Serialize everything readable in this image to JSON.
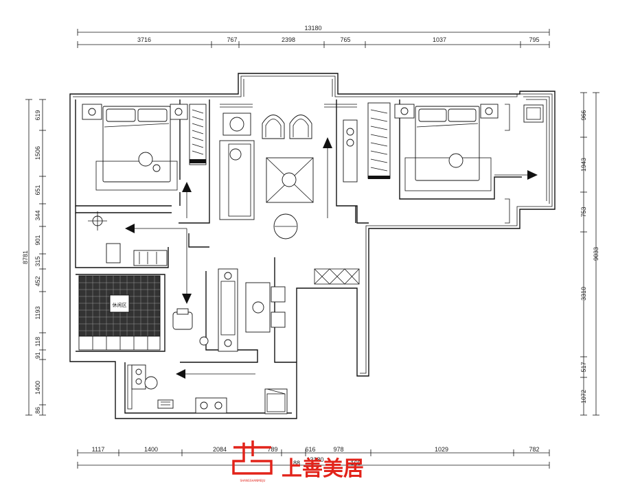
{
  "dimensions": {
    "top_total": "13180",
    "top_segments": [
      "3716",
      "767",
      "2398",
      "765",
      "1037",
      "795"
    ],
    "bottom_total": "13180",
    "bottom_segments": [
      "1117",
      "1400",
      "2084",
      "789",
      "616",
      "978",
      "1029",
      "782"
    ],
    "bottom_small": [
      "88",
      "169"
    ],
    "left_total": "8781",
    "left_segments": [
      "619",
      "1506",
      "651",
      "344",
      "901",
      "315",
      "452",
      "1193",
      "118",
      "91",
      "1400",
      "86"
    ],
    "right_total": "9033",
    "right_segments": [
      "966",
      "1943",
      "753",
      "3310",
      "517",
      "1072"
    ]
  },
  "labels": {
    "rug_text": "休闲区"
  },
  "logo": {
    "brand": "上善美居",
    "subtitle": "SHANGSHANMEIJU",
    "color": "#e2231a"
  }
}
